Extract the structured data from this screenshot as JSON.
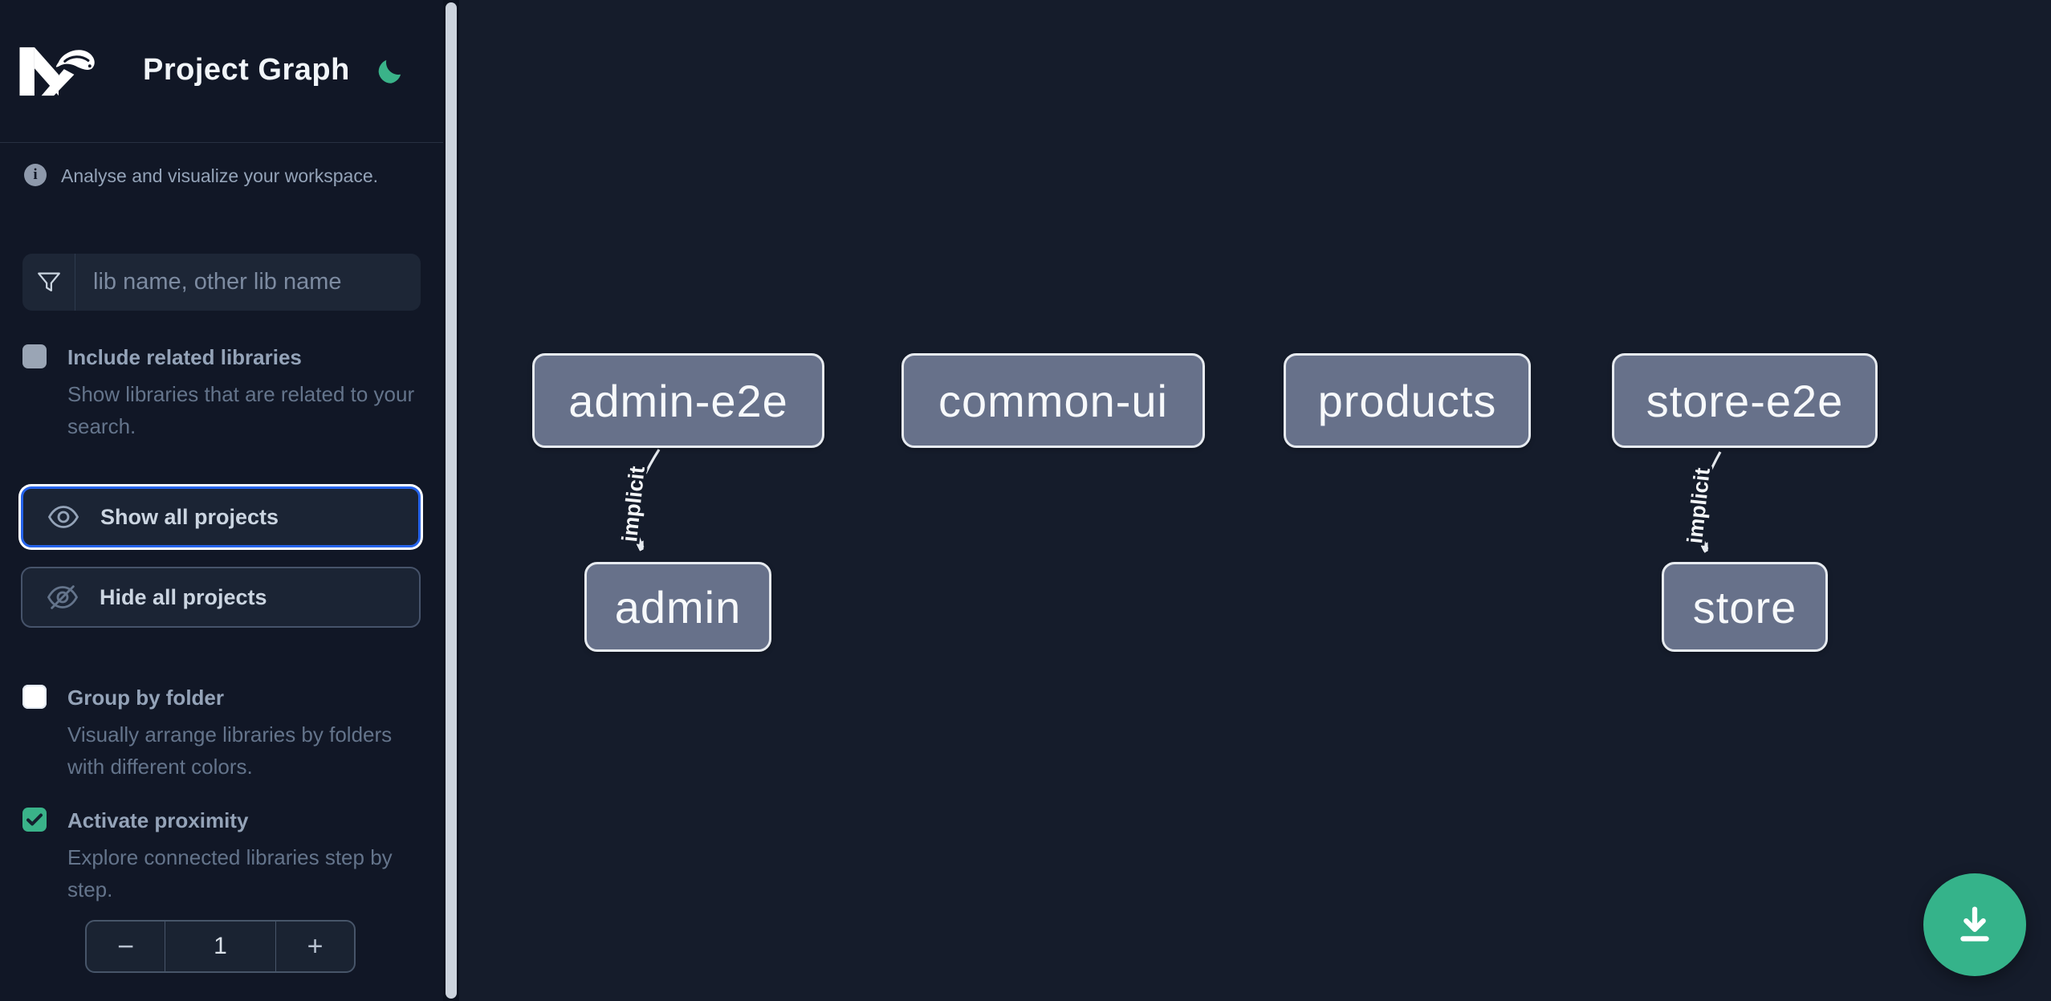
{
  "app": {
    "title": "Project Graph"
  },
  "sidebar": {
    "info_text": "Analyse and visualize your workspace.",
    "search": {
      "placeholder": "lib name, other lib name",
      "value": ""
    },
    "include_related": {
      "label": "Include related libraries",
      "description": "Show libraries that are related to your search.",
      "checked": false,
      "disabled": true
    },
    "show_all": {
      "label": "Show all projects",
      "focused": true
    },
    "hide_all": {
      "label": "Hide all projects"
    },
    "group_by_folder": {
      "label": "Group by folder",
      "description": "Visually arrange libraries by folders with different colors.",
      "checked": false
    },
    "activate_proximity": {
      "label": "Activate proximity",
      "description": "Explore connected libraries step by step.",
      "checked": true
    },
    "proximity_stepper": {
      "decrement": "−",
      "value": "1",
      "increment": "+"
    }
  },
  "graph": {
    "nodes": [
      {
        "label": "admin-e2e"
      },
      {
        "label": "common-ui"
      },
      {
        "label": "products"
      },
      {
        "label": "store-e2e"
      },
      {
        "label": "admin"
      },
      {
        "label": "store"
      }
    ],
    "edges": [
      {
        "source": "admin-e2e",
        "target": "admin",
        "label": "implicit"
      },
      {
        "source": "store-e2e",
        "target": "store",
        "label": "implicit"
      }
    ]
  },
  "icons": {
    "logo": "nx-logo",
    "theme": "moon",
    "info": "info-circle",
    "search": "funnel-filter",
    "show": "eye",
    "hide": "eye-slash",
    "decrement": "minus",
    "increment": "plus",
    "fab": "download"
  },
  "colors": {
    "accent_green": "#3ab389",
    "focus_blue": "#2563eb",
    "node_fill": "#67718a",
    "node_border": "#e7ebf0",
    "sidebar_bg": "#111726",
    "canvas_bg": "#151c2b",
    "scrollbar_thumb": "#ccd3dd"
  }
}
